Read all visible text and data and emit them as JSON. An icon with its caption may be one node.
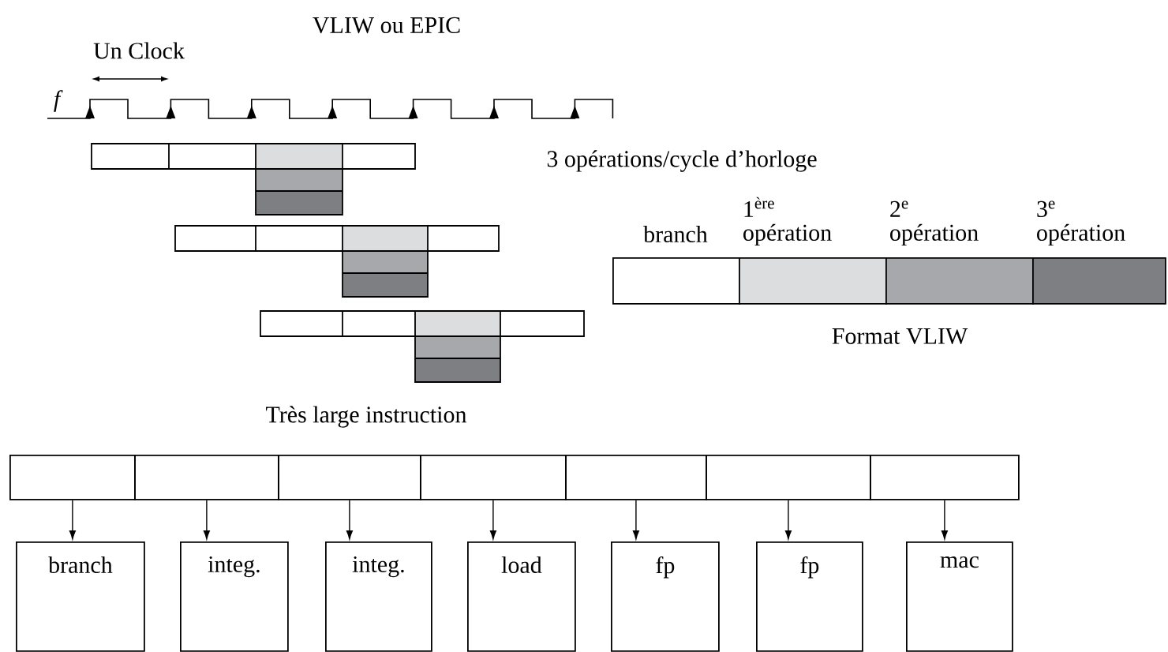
{
  "diagram": {
    "title": "VLIW ou EPIC",
    "nodes": [
      {
        "text": [
          "branch"
        ]
      },
      {
        "text": [
          "1$^{ère}$ opération"
        ]
      },
      {
        "text": [
          "2$^{e}$ opération"
        ]
      },
      {
        "text": [
          "3$^{e}$ opération"
        ]
      },
      {
        "text": [],
        "shape": "box"
      },
      {
        "text": [],
        "shape": "box"
      },
      {
        "text": [],
        "shape": "box"
      },
      {
        "text": [],
        "shape": "box"
      },
      {
        "text": [],
        "shape": "box"
      },
      {
        "text": [],
        "shape": "box"
      },
      {
        "text": [],
        "shape": "box"
      },
      {
        "text": [
          "branch"
        ]
      },
      {
        "text": [
          "integ."
        ]
      },
      {
        "text": [
          "integ."
        ]
      },
      {
        "text": [
          "load"
        ]
      },
      {
        "text": [
          "fp"
        ]
      },
      {
        "text": [
          "fp"
        ]
      },
      {
        "text": [
          "mac"
        ]
      }
    ],
    "edges": [
      {
        "from": 4,
        "to": 11,
        "arrow": "to"
      },
      {
        "from": 5,
        "to": 12,
        "arrow": "to"
      },
      {
        "from": 6,
        "to": 13,
        "arrow": "to"
      },
      {
        "from": 7,
        "to": 14,
        "arrow": "to"
      },
      {
        "from": 8,
        "to": 15,
        "arrow": "to"
      },
      {
        "from": 9,
        "to": 16,
        "arrow": "to"
      },
      {
        "from": 10,
        "to": 17,
        "arrow": "to"
      }
    ],
    "labels": [
      "Un Clock",
      "f",
      "3 opérations/cycle d’horloge",
      "Format VLIW",
      "Très large instruction"
    ]
  }
}
